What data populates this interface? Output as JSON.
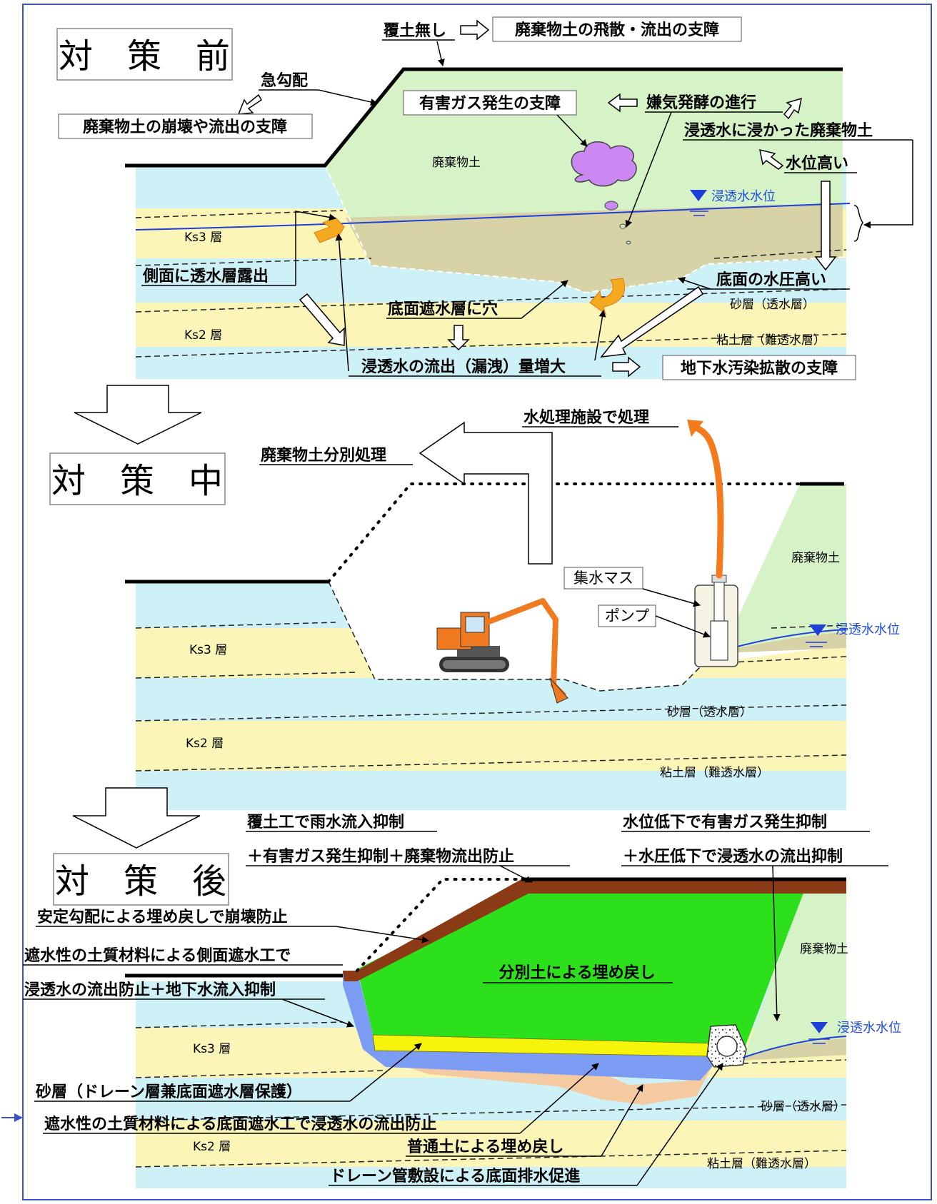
{
  "panels": {
    "before": {
      "title": "対　策　前",
      "top_note": "覆土無し",
      "top_note_result": "廃棄物土の飛散・流出の支障",
      "steep_slope": "急勾配",
      "collapse": "廃棄物土の崩壊や流出の支障",
      "gas": "有害ガス発生の支障",
      "anaerobic": "嫌気発酵の進行",
      "soaked": "浸透水に浸かった廃棄物土",
      "high_level": "水位高い",
      "waste_label": "廃棄物土",
      "water_level": "浸透水水位",
      "ks3": "Ks3 層",
      "ks2": "Ks2 層",
      "side_exposed": "側面に透水層露出",
      "bottom_pressure": "底面の水圧高い",
      "hole": "底面遮水層に穴",
      "sand": "砂層（透水層）",
      "clay": "粘土層（難透水層）",
      "outflow": "浸透水の流出（漏洩）量増大",
      "groundwater": "地下水汚染拡散の支障"
    },
    "during": {
      "title": "対　策　中",
      "water_treat": "水処理施設で処理",
      "separate": "廃棄物土分別処理",
      "collect_basin": "集水マス",
      "pump": "ポンプ",
      "waste_label": "廃棄物土",
      "water_level": "浸透水水位",
      "ks3": "Ks3 層",
      "ks2": "Ks2 層",
      "sand": "砂層（透水層）",
      "clay": "粘土層（難透水層）"
    },
    "after": {
      "title": "対　策　後",
      "cover1": "覆土工で雨水流入抑制",
      "cover2": "＋有害ガス発生抑制＋廃棄物流出防止",
      "lower1": "水位低下で有害ガス発生抑制",
      "lower2": "＋水圧低下で浸透水の流出抑制",
      "stable": "安定勾配による埋め戻しで崩壊防止",
      "side_wall1": "遮水性の土質材料による側面遮水工で",
      "side_wall2": "浸透水の流出防止＋地下水流入抑制",
      "backfill": "分別土による埋め戻し",
      "waste_label": "廃棄物土",
      "water_level": "浸透水水位",
      "ks3": "Ks3 層",
      "ks2": "Ks2 層",
      "sand_drain": "砂層（ドレーン層兼底面遮水層保護）",
      "bottom_wall": "遮水性の土質材料による底面遮水工で浸透水の流出防止",
      "normal_soil": "普通土による埋め戻し",
      "drain_pipe": "ドレーン管敷設による底面排水促進",
      "sand": "砂層（透水層）",
      "clay": "粘土層（難透水層）"
    }
  },
  "colors": {
    "aqua": "#cdf1f6",
    "sand": "#fbf5b8",
    "waste_green": "#d6f3c8",
    "soaked": "#d8d3a6",
    "backfill_green": "#2ce01c",
    "cover_brown": "#8a3a14",
    "liner_blue": "#7c9cf4",
    "drain_yellow": "#f6f40a",
    "soil_peach": "#f6caa0",
    "orange": "#f47a1e",
    "frame_blue": "#3a52c8"
  }
}
